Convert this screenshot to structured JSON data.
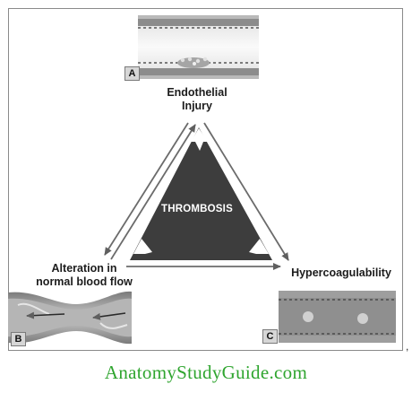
{
  "diagram": {
    "center_label": "THROMBOSIS",
    "nodes": {
      "top": {
        "line1": "Endothelial",
        "line2": "Injury",
        "badge": "A"
      },
      "left": {
        "line1": "Alteration in",
        "line2": "normal blood flow",
        "badge": "B"
      },
      "right": {
        "line1": "Hypercoagulability",
        "badge": "C"
      }
    },
    "trailing_mark": ","
  },
  "footer": {
    "watermark": "AnatomyStudyGuide.com"
  },
  "colors": {
    "triangle": "#3d3d3d",
    "arrow": "#6b6b6b",
    "watermark": "#2fa52f"
  }
}
